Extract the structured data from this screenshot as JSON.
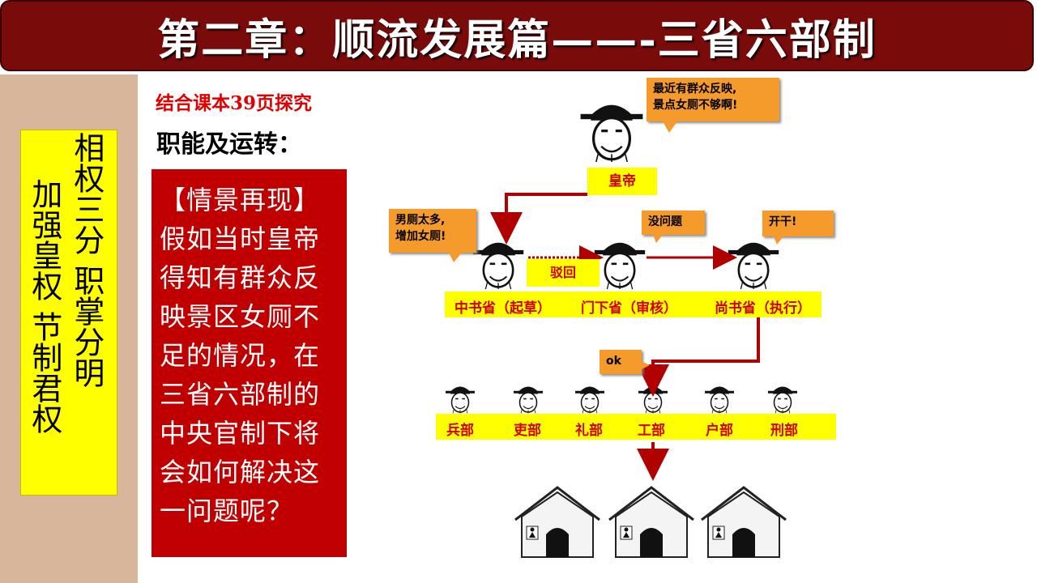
{
  "title": "第二章：顺流发展篇——-三省六部制",
  "left_box": {
    "col1": "相权三分 职掌分明",
    "col2": "加强皇权 节制君权"
  },
  "subtitle": "结合课本39页探究",
  "subtitle2": "职能及运转：",
  "scenario": {
    "text": "【情景再现】假如当时皇帝得知有群众反映景区女厕不足的情况，在三省六部制的中央官制下将会如何解决这一问题呢？"
  },
  "callouts": {
    "emperor_line1": "最近有群众反映,",
    "emperor_line2": "景点女厕不够啊!",
    "zhongshu_line1": "男厕太多,",
    "zhongshu_line2": "增加女厕!",
    "menxia": "没问题",
    "shangshu": "开干!",
    "ok": "ok"
  },
  "labels": {
    "emperor": "皇帝",
    "reject": "驳回",
    "zhongshu": "中书省（起草）",
    "menxia": "门下省（审核）",
    "shangshu": "尚书省（执行）"
  },
  "ministries": [
    "兵部",
    "吏部",
    "礼部",
    "工部",
    "户部",
    "刑部"
  ],
  "colors": {
    "title_bg": "#7a0b0b",
    "accent_red": "#c00000",
    "highlight": "#ffff00",
    "callout": "#f59b2b",
    "left_panel": "#d7b69c"
  }
}
